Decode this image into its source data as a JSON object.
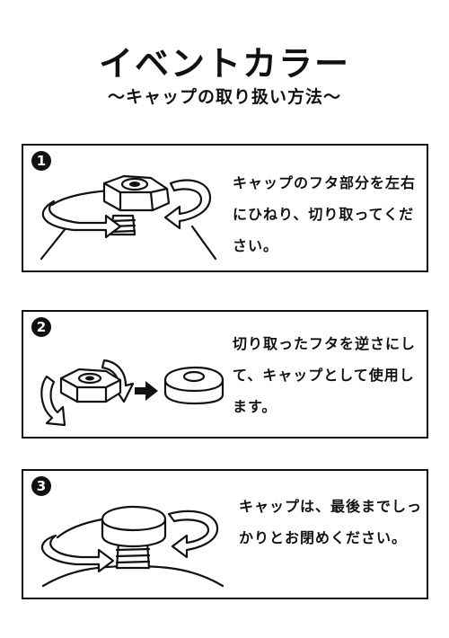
{
  "title": "イベントカラー",
  "subtitle": "〜キャップの取り扱い方法〜",
  "steps": [
    {
      "number": "1",
      "text": "キャップのフタ部分を左右にひねり、切り取ってください。"
    },
    {
      "number": "2",
      "text": "切り取ったフタを逆さにして、キャップとして使用します。"
    },
    {
      "number": "3",
      "text": "キャップは、最後までしっかりとお閉めください。"
    }
  ]
}
